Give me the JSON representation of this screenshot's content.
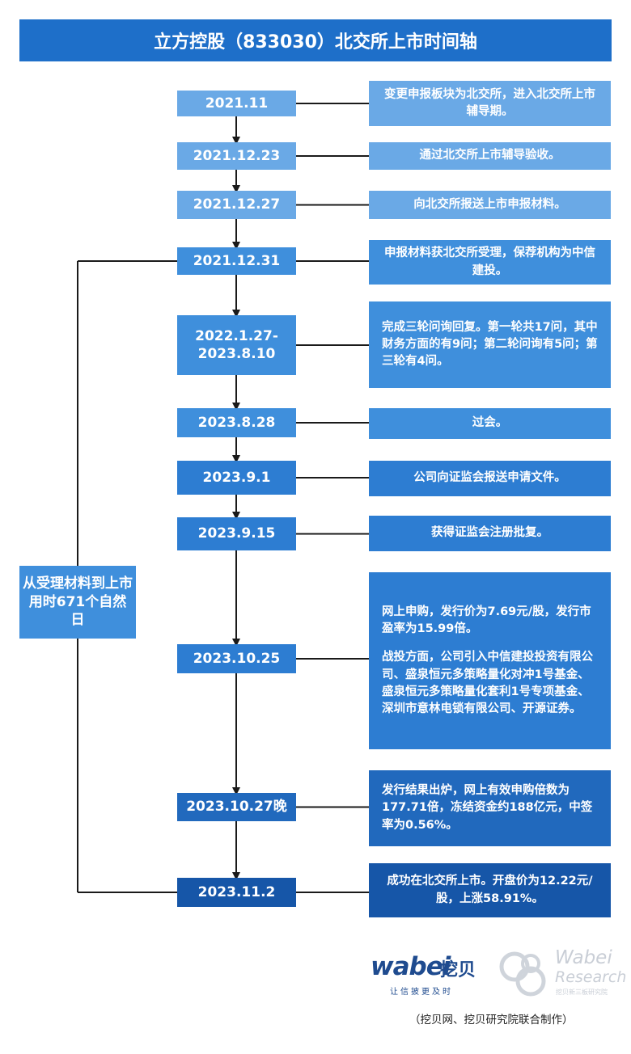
{
  "title": "立方控股（833030）北交所上市时间轴",
  "colors": {
    "header": "#1e6fc9",
    "light": "#6aa9e6",
    "mid": "#3f8fdc",
    "darker": "#2d7dd2",
    "deep": "#2169bd",
    "darkest": "#1656a8",
    "line": "#1a1a1a"
  },
  "timeline": [
    {
      "date": "2021.11",
      "event": [
        "变更申报板块为北交所，进入北交所上市辅导期。"
      ]
    },
    {
      "date": "2021.12.23",
      "event": [
        "通过北交所上市辅导验收。"
      ]
    },
    {
      "date": "2021.12.27",
      "event": [
        "向北交所报送上市申报材料。"
      ]
    },
    {
      "date": "2021.12.31",
      "event": [
        "申报材料获北交所受理，保荐机构为中信建投。"
      ]
    },
    {
      "date": "2022.1.27-\n2023.8.10",
      "event": [
        "完成三轮问询回复。第一轮共17问，其中财务方面的有9问；第二轮问询有5问；第三轮有4问。"
      ]
    },
    {
      "date": "2023.8.28",
      "event": [
        "过会。"
      ]
    },
    {
      "date": "2023.9.1",
      "event": [
        "公司向证监会报送申请文件。"
      ]
    },
    {
      "date": "2023.9.15",
      "event": [
        "获得证监会注册批复。"
      ]
    },
    {
      "date": "2023.10.25",
      "event": [
        "网上申购，发行价为7.69元/股，发行市盈率为15.99倍。",
        "战投方面，公司引入中信建投投资有限公司、盛泉恒元多策略量化对冲1号基金、盛泉恒元多策略量化套利1号专项基金、深圳市意林电锁有限公司、开源证券。"
      ]
    },
    {
      "date": "2023.10.27晚",
      "event": [
        "发行结果出炉，网上有效申购倍数为177.71倍，冻结资金约188亿元，中签率为0.56%。"
      ]
    },
    {
      "date": "2023.11.2",
      "event": [
        "成功在北交所上市。开盘价为12.22元/股，上涨58.91%。"
      ]
    }
  ],
  "summary": "从受理材料到上市用时671个自然日",
  "logos": {
    "wabei_word": "wabei",
    "wabei_cn": "挖贝",
    "wabei_tagline": "让信披更及时",
    "research_word1": "Wabei",
    "research_word2": "Research",
    "research_cn": "挖贝新三板研究院"
  },
  "credit": "（挖贝网、挖贝研究院联合制作）"
}
